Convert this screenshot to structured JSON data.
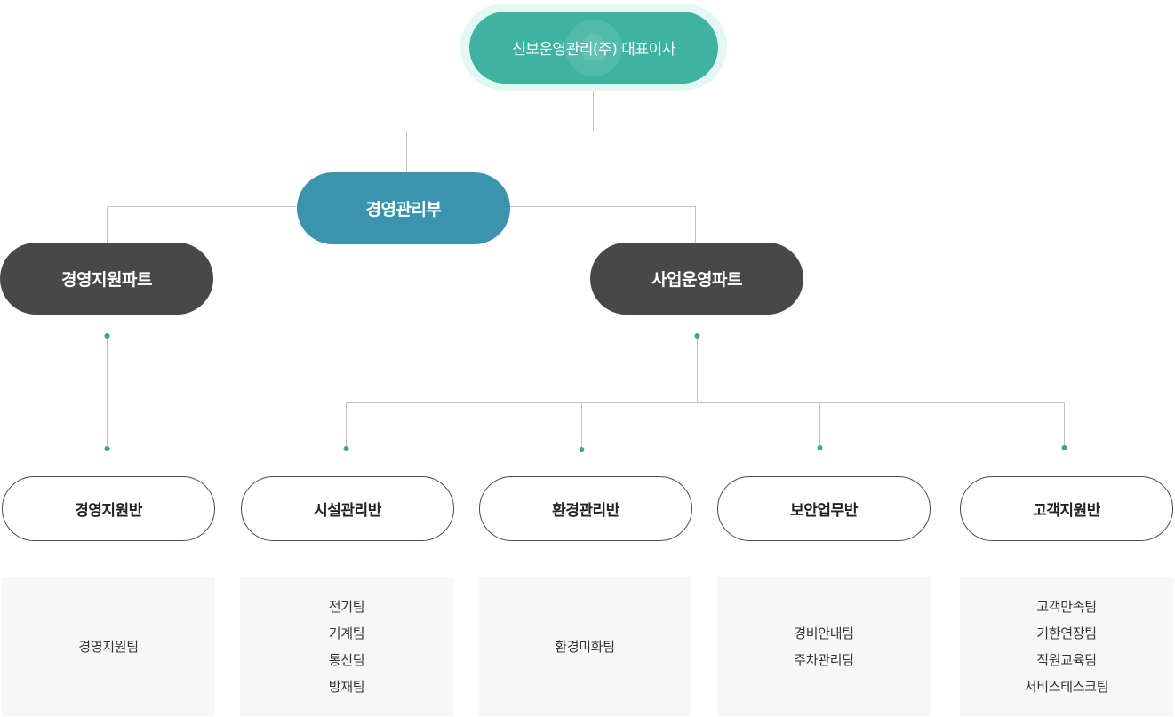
{
  "ceo": {
    "label": "신보운영관리(주) 대표이사"
  },
  "department": {
    "label": "경영관리부"
  },
  "parts": [
    {
      "label": "경영지원파트"
    },
    {
      "label": "사업운영파트"
    }
  ],
  "units": [
    {
      "label": "경영지원반",
      "teams": [
        "경영지원팀"
      ]
    },
    {
      "label": "시설관리반",
      "teams": [
        "전기팀",
        "기계팀",
        "통신팀",
        "방재팀"
      ]
    },
    {
      "label": "환경관리반",
      "teams": [
        "환경미화팀"
      ]
    },
    {
      "label": "보안업무반",
      "teams": [
        "경비안내팀",
        "주차관리팀"
      ]
    },
    {
      "label": "고객지원반",
      "teams": [
        "고객만족팀",
        "기한연장팀",
        "직원교육팀",
        "서비스테스크팀"
      ]
    }
  ],
  "colors": {
    "ceo": "#3fb3a2",
    "ceo_halo": "#e3f8f3",
    "department": "#3b93ae",
    "part": "#484848",
    "unit_border": "#4a4a4a",
    "team_background": "#f7f7f7",
    "line": "#c4c4c4",
    "dot": "#3aa39a"
  },
  "icons": {
    "ceo_emblem": "company-emblem-icon"
  }
}
